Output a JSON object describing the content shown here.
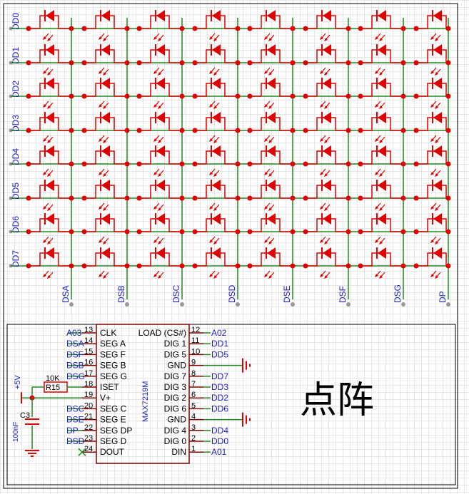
{
  "matrix": {
    "row_labels": [
      "DD0",
      "DD1",
      "DD2",
      "DD3",
      "DD4",
      "DD5",
      "DD6",
      "DD7"
    ],
    "col_labels": [
      "DSA",
      "DSB",
      "DSC",
      "DSD",
      "DSE",
      "DSF",
      "DSG",
      "DP"
    ]
  },
  "chip": {
    "part": "MAX7219M",
    "left_pins": [
      {
        "num": "13",
        "name": "CLK",
        "net": "A03"
      },
      {
        "num": "14",
        "name": "SEG A",
        "net": "DSA"
      },
      {
        "num": "15",
        "name": "SEG F",
        "net": "DSF"
      },
      {
        "num": "16",
        "name": "SEG B",
        "net": "DSB"
      },
      {
        "num": "17",
        "name": "SEG G",
        "net": "DSG"
      },
      {
        "num": "18",
        "name": "ISET",
        "net": ""
      },
      {
        "num": "19",
        "name": "V+",
        "net": ""
      },
      {
        "num": "20",
        "name": "SEG C",
        "net": "DSC"
      },
      {
        "num": "21",
        "name": "SEG E",
        "net": "DSE"
      },
      {
        "num": "22",
        "name": "SEG DP",
        "net": "DP"
      },
      {
        "num": "23",
        "name": "SEG D",
        "net": "DSD"
      },
      {
        "num": "24",
        "name": "DOUT",
        "net": ""
      }
    ],
    "right_pins": [
      {
        "num": "12",
        "name": "LOAD (CS#)",
        "net": "A02"
      },
      {
        "num": "11",
        "name": "DIG 1",
        "net": "DD1"
      },
      {
        "num": "10",
        "name": "DIG 5",
        "net": "DD5"
      },
      {
        "num": "9",
        "name": "GND",
        "net": ""
      },
      {
        "num": "8",
        "name": "DIG 7",
        "net": "DD7"
      },
      {
        "num": "7",
        "name": "DIG 3",
        "net": "DD3"
      },
      {
        "num": "6",
        "name": "DIG 2",
        "net": "DD2"
      },
      {
        "num": "5",
        "name": "DIG 6",
        "net": "DD6"
      },
      {
        "num": "4",
        "name": "GND",
        "net": ""
      },
      {
        "num": "3",
        "name": "DIG 4",
        "net": "DD4"
      },
      {
        "num": "2",
        "name": "DIG 0",
        "net": "DD0"
      },
      {
        "num": "1",
        "name": "DIN",
        "net": "A01"
      }
    ]
  },
  "resistor": {
    "ref": "R15",
    "value": "10K"
  },
  "capacitor": {
    "ref": "C3",
    "value": "100nF"
  },
  "power": {
    "label": "+5V"
  },
  "title_text": "点阵",
  "colors": {
    "wire": "#1f8a1f",
    "led": "#e00000",
    "netlabel": "#2020c0",
    "body": "#800000",
    "text": "#000000"
  }
}
